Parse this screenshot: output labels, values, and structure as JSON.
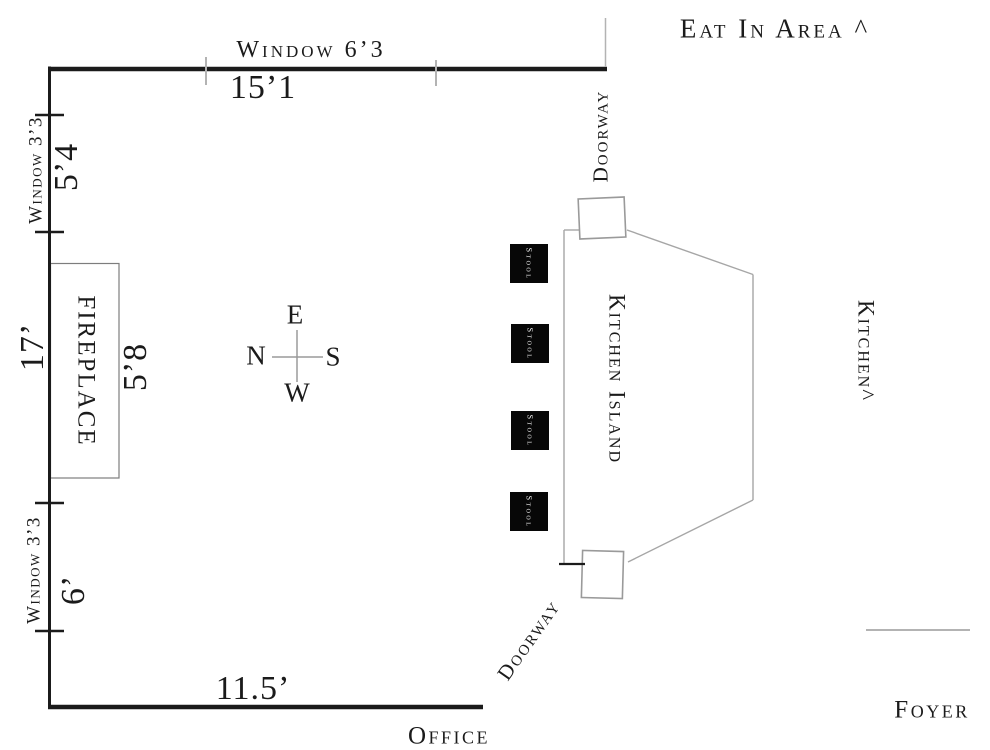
{
  "colors": {
    "wall": "#1b1b1b",
    "thin_line": "#a6a6a6",
    "text": "#1b1b1b",
    "stool_bg": "#070707",
    "stool_text": "#f2f2f2"
  },
  "top": {
    "window_label": "Window 6’3",
    "wall_dim": "15’1",
    "eat_in_area": "Eat In Area ^"
  },
  "left": {
    "window_upper": "Window 3’3",
    "window_upper_dim": "5’4",
    "wall_dim": "17’",
    "window_lower": "Window 3’3",
    "window_lower_dim": "6’"
  },
  "fireplace": {
    "label": "FIREPLACE",
    "dim": "5’8"
  },
  "bottom": {
    "wall_dim": "11.5’",
    "office": "Office",
    "foyer": "Foyer"
  },
  "kitchen": {
    "island_label": "Kitchen Island",
    "kitchen_label": "Kitchen^",
    "doorway_top": "Doorway",
    "doorway_bottom": "Doorway",
    "stools": [
      "Stool",
      "Stool",
      "Stool",
      "Stool"
    ]
  },
  "compass": {
    "top": "E",
    "left": "N",
    "right": "S",
    "bottom": "W"
  }
}
